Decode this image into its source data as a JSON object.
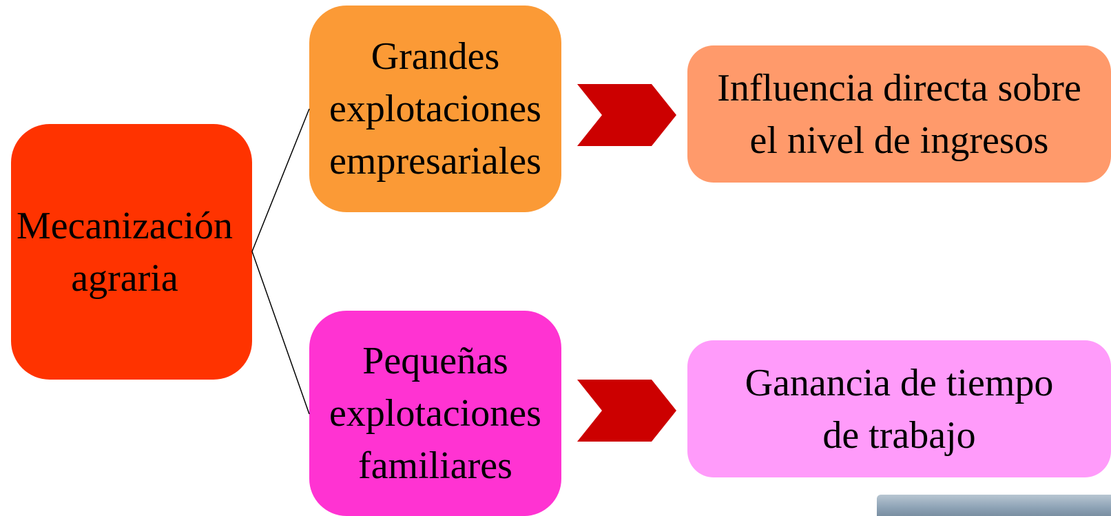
{
  "root": {
    "label": "Mecanización\nagraria",
    "color": "#ff3300"
  },
  "branches": [
    {
      "category": {
        "label": "Grandes\nexplotaciones\nempresariales",
        "color": "#fb9a36"
      },
      "arrow_color": "#cc0000",
      "result": {
        "label": "Influencia directa sobre\nel nivel de ingresos",
        "color": "#ff9a6b"
      }
    },
    {
      "category": {
        "label": "Pequeñas\nexplotaciones\nfamiliares",
        "color": "#ff33d2"
      },
      "arrow_color": "#cc0000",
      "result": {
        "label": "Ganancia de tiempo\nde trabajo",
        "color": "#ff9bfa"
      }
    }
  ]
}
